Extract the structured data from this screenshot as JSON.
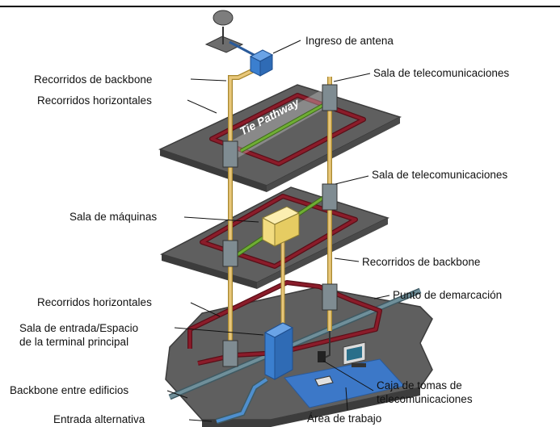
{
  "labels": {
    "antenna_entrance": "Ingreso de antena",
    "backbone_pathways_top": "Recorridos de backbone",
    "horizontal_pathways_top": "Recorridos horizontales",
    "telecom_room_top": "Sala de telecomunicaciones",
    "telecom_room_middle": "Sala de telecomunicaciones",
    "tie_pathway": "Tie Pathway",
    "equipment_room": "Sala de máquinas",
    "backbone_pathways_right": "Recorridos de backbone",
    "demarcation_point": "Punto de demarcación",
    "horizontal_pathways_bottom": "Recorridos horizontales",
    "entrance_room_line1": "Sala de entrada/Espacio",
    "entrance_room_line2": "de la terminal principal",
    "interbuilding_backbone": "Backbone entre edificios",
    "outlet_box_line1": "Caja de tomas de",
    "outlet_box_line2": "telecomunicaciones",
    "alternate_entrance": "Entrada alternativa",
    "work_area": "Área de trabajo"
  },
  "colors": {
    "floor_slab": "#5f5f5f",
    "floor_slab_edge": "#3c3c3c",
    "horizontal_pathway": "#8b1c2a",
    "horizontal_pathway_light": "#c98c94",
    "backbone_riser": "#e8c77a",
    "tie_pathway": "#5f9a2a",
    "telecom_closet": "#7f8c92",
    "equipment_room_box": "#f2dc80",
    "entrance_room_box": "#3b7fcf",
    "work_area_mat": "#3c78c8",
    "antenna_box": "#3b7fcf",
    "interbuilding_conduit": "#6f8f9a"
  }
}
